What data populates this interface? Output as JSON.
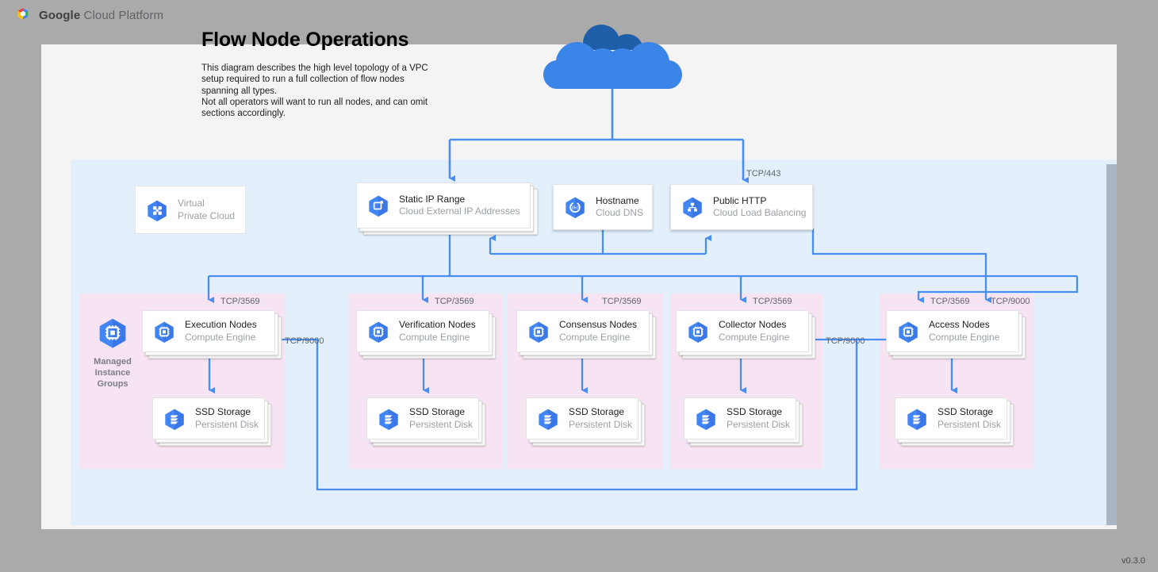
{
  "brand": {
    "bold": "Google",
    "rest": " Cloud Platform",
    "logo_icon": "google-cloud-logo"
  },
  "header": {
    "title": "Flow Node Operations",
    "description_line1": "This diagram describes the high level topology of a VPC setup required to run a full collection of flow nodes spanning all types.",
    "description_line2": "Not all operators will want to run all nodes, and can omit sections accordingly."
  },
  "footer": {
    "version": "v0.3.0"
  },
  "colors": {
    "accent_blue": "#4285f4",
    "wire_blue": "#4a8df0",
    "vpc_panel": "#e3f0fb",
    "group_panel": "#f7e4f3",
    "page_bg": "#f4f4f4",
    "desktop_bg": "#aaaaaa",
    "cloud_front": "#3b84e8",
    "cloud_back": "#1f5fa9",
    "label_grey": "#5f6368",
    "muted_grey": "#9aa0a6"
  },
  "internet": {
    "icon": "cloud-icon",
    "name": "Internet"
  },
  "top_nodes": [
    {
      "id": "vpc",
      "title": "Virtual",
      "subtitle": "Private Cloud",
      "icon": "virtual-private-cloud-icon",
      "muted": true,
      "stacked": false
    },
    {
      "id": "static-ip",
      "title": "Static IP Range",
      "subtitle": "Cloud External IP Addresses",
      "icon": "cloud-external-ip-icon",
      "muted": false,
      "stacked": true
    },
    {
      "id": "hostname",
      "title": "Hostname",
      "subtitle": "Cloud DNS",
      "icon": "cloud-dns-icon",
      "muted": false,
      "stacked": false
    },
    {
      "id": "public-http",
      "title": "Public HTTP",
      "subtitle": "Cloud Load Balancing",
      "icon": "cloud-load-balancing-icon",
      "muted": false,
      "stacked": false
    }
  ],
  "managed_instance_groups": {
    "label": "Managed\nInstance\nGroups",
    "line1": "Managed",
    "line2": "Instance",
    "line3": "Groups",
    "icon": "compute-engine-icon"
  },
  "groups": [
    {
      "id": "execution",
      "node": {
        "title": "Execution Nodes",
        "subtitle": "Compute Engine",
        "icon": "compute-engine-icon"
      },
      "storage": {
        "title": "SSD Storage",
        "subtitle": "Persistent Disk",
        "icon": "persistent-disk-icon"
      },
      "inbound_port": "TCP/3569"
    },
    {
      "id": "verification",
      "node": {
        "title": "Verification Nodes",
        "subtitle": "Compute Engine",
        "icon": "compute-engine-icon"
      },
      "storage": {
        "title": "SSD Storage",
        "subtitle": "Persistent Disk",
        "icon": "persistent-disk-icon"
      },
      "inbound_port": "TCP/3569"
    },
    {
      "id": "consensus",
      "node": {
        "title": "Consensus Nodes",
        "subtitle": "Compute Engine",
        "icon": "compute-engine-icon"
      },
      "storage": {
        "title": "SSD Storage",
        "subtitle": "Persistent Disk",
        "icon": "persistent-disk-icon"
      },
      "inbound_port": "TCP/3569"
    },
    {
      "id": "collector",
      "node": {
        "title": "Collector Nodes",
        "subtitle": "Compute Engine",
        "icon": "compute-engine-icon"
      },
      "storage": {
        "title": "SSD Storage",
        "subtitle": "Persistent Disk",
        "icon": "persistent-disk-icon"
      },
      "inbound_port": "TCP/3569"
    },
    {
      "id": "access",
      "node": {
        "title": "Access Nodes",
        "subtitle": "Compute Engine",
        "icon": "compute-engine-icon"
      },
      "storage": {
        "title": "SSD Storage",
        "subtitle": "Persistent Disk",
        "icon": "persistent-disk-icon"
      },
      "inbound_port": "TCP/3569",
      "inbound_port2": "TCP/9000"
    }
  ],
  "edge_labels": {
    "lb_https": "TCP/443",
    "access_to_collector": "TCP/9000",
    "access_to_execution": "TCP/9000"
  }
}
